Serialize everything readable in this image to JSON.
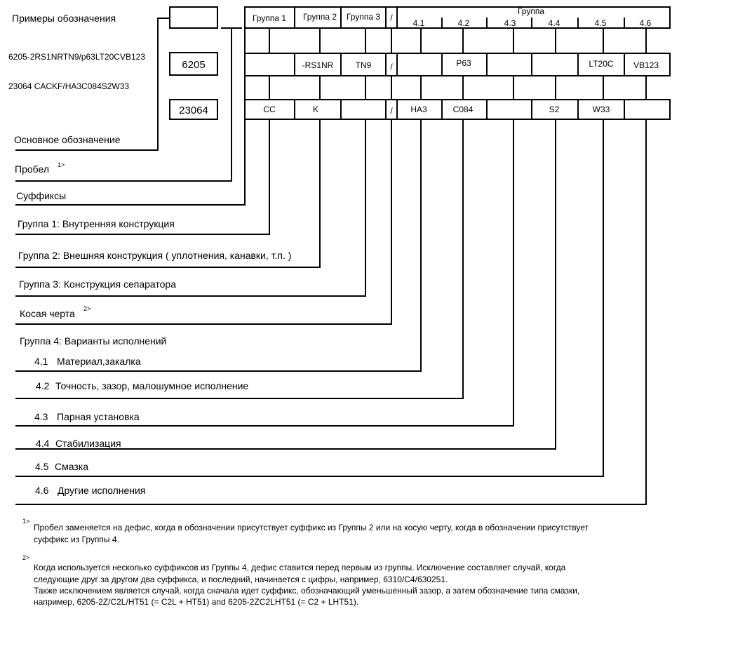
{
  "examples": {
    "title": "Примеры обозначения",
    "ex1": "6205-2RS1NRTN9/р63LT20CVB123",
    "ex2": "23064 CACKF/HA3C084S2W33",
    "basic1": "6205",
    "basic2": "23064"
  },
  "header": {
    "g1": "Группа 1",
    "g2": "Группа 2",
    "g3": "Группа 3",
    "slash": "/",
    "group": "Группа",
    "g41": "4.1",
    "g42": "4.2",
    "g43": "4.3",
    "g44": "4.4",
    "g45": "4.5",
    "g46": "4.6"
  },
  "row1": {
    "g1": "",
    "g2": "-RS1NR",
    "g3": "TN9",
    "slash": "/",
    "c41": "",
    "c42": "P63",
    "c43": "",
    "c44": "",
    "c45": "LT20C",
    "c46": "VB123"
  },
  "row2": {
    "g1": "CC",
    "g2": "K",
    "g3": "",
    "slash": "/",
    "c41": "HA3",
    "c42": "C084",
    "c43": "",
    "c44": "S2",
    "c45": "W33",
    "c46": ""
  },
  "legend": {
    "basic": "Основное обозначение",
    "space": "Пробел",
    "space_note": "1>",
    "suffixes": "Суффиксы",
    "group1": "Группа 1: Внутренняя конструкция",
    "group2": "Группа 2: Внешняя конструкция ( уплотнения, канавки, т.п. )",
    "group3": "Группа 3: Конструкция сепаратора",
    "slash": "Косая черта",
    "slash_note": "2>",
    "group4": "Группа 4: Варианты исполнений",
    "g41_num": "4.1",
    "g41": "Материал,закалка",
    "g42_num": "4.2",
    "g42": "Точность, зазор, малошумное исполнение",
    "g43_num": "4.3",
    "g43": "Парная установка",
    "g44_num": "4.4",
    "g44": "Стабилизация",
    "g45_num": "4.5",
    "g45": "Смазка",
    "g46_num": "4.6",
    "g46": "Другие исполнения"
  },
  "footnotes": {
    "n1_mark": "1>",
    "n1_line1": "Пробел заменяется на дефис, когда в обозначении присутствует суффикс из Группы 2 или на косую черту, когда в обозначении присутствует",
    "n1_line2": "суффикс из Группы 4.",
    "n2_mark": "2>",
    "n2_line1": "Когда используется несколько суффиксов из Группы 4, дефис ставится перед первым из группы. Исключение составляет случай, когда",
    "n2_line2": "следующие друг за другом два суффикса, и последний, начинается с цифры, например, 6310/C4/630251.",
    "n2_line3": "Также исключением является случай, когда сначала идет суффикс, обозначающий уменьшенный зазор, а затем обозначение типа смазки,",
    "n2_line4": "например, 6205-2Z/C2L/HT51 (= C2L + HT51) and 6205-2ZC2LHT51 (= C2 + LHT51)."
  }
}
